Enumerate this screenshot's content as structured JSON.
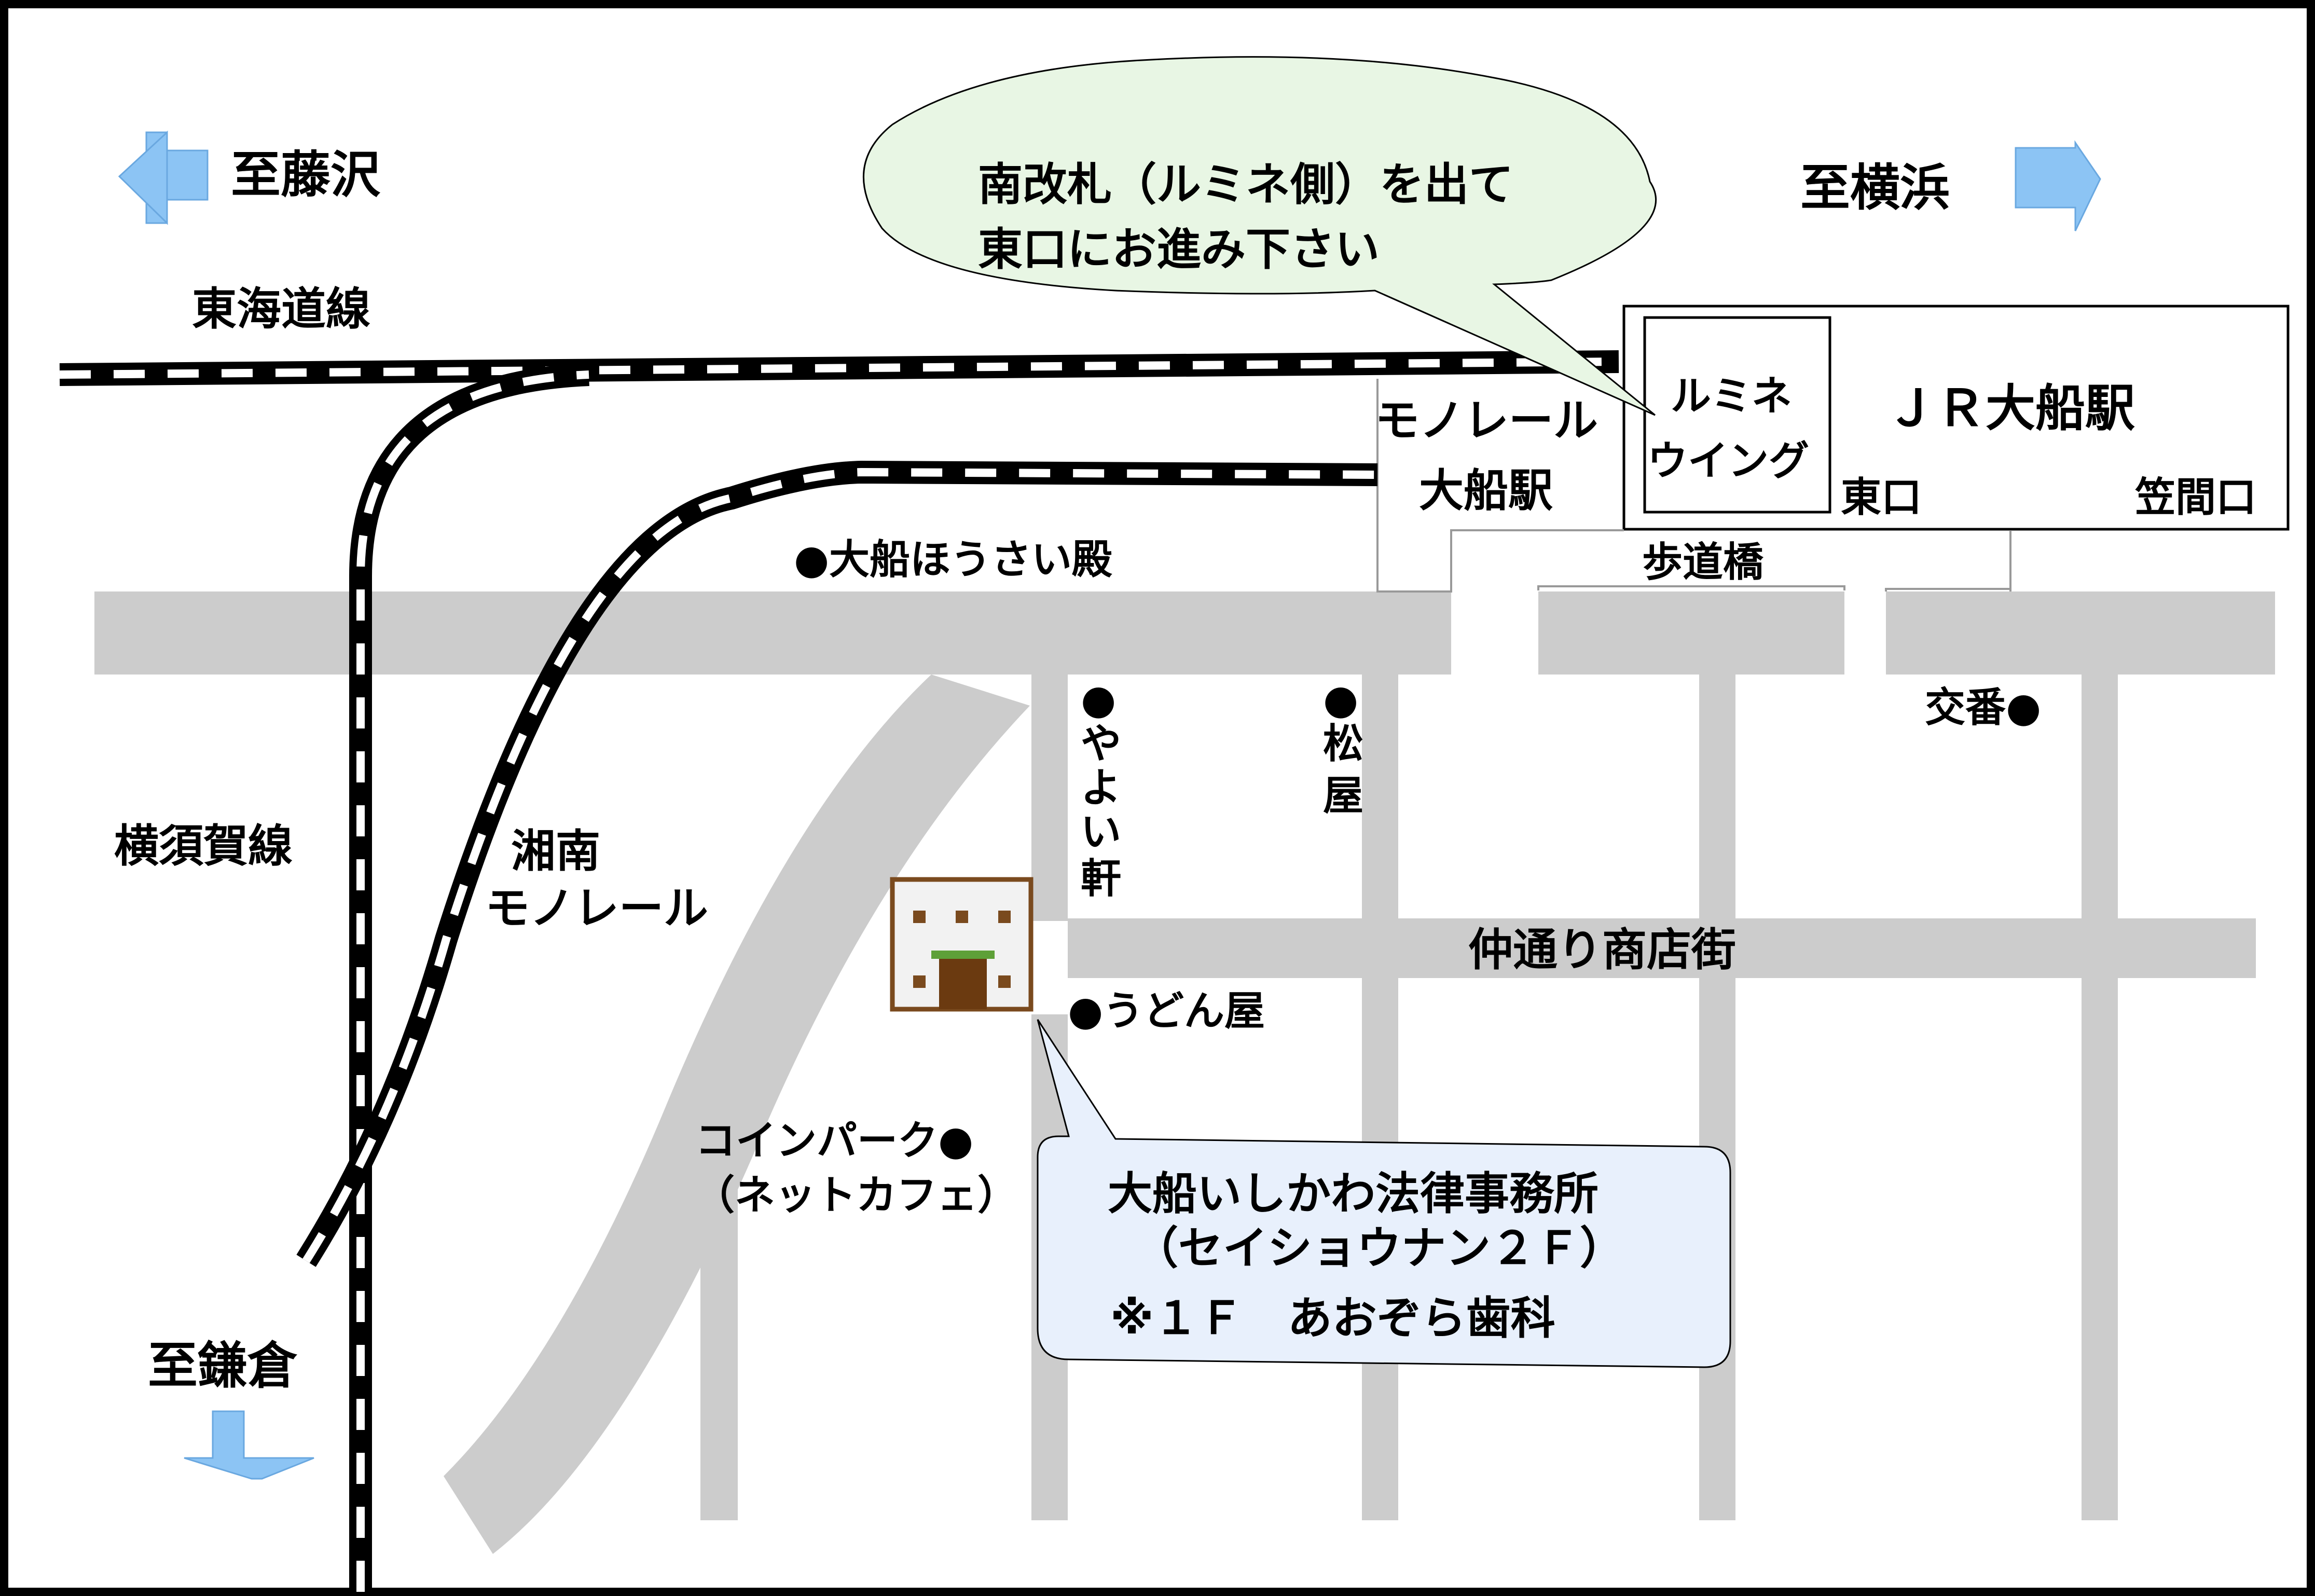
{
  "directions": {
    "fujisawa": "至藤沢",
    "yokohama": "至横浜",
    "kamakura": "至鎌倉"
  },
  "lines": {
    "tokaido": "東海道線",
    "yokosuka": "横須賀線",
    "shonan_monorail_1": "湘南",
    "shonan_monorail_2": "モノレール"
  },
  "callout_top": {
    "line1": "南改札（ルミネ側）を出て",
    "line2": "東口にお進み下さい"
  },
  "station": {
    "jr_name": "ＪＲ大船駅",
    "lumine_1": "ルミネ",
    "lumine_2": "ウイング",
    "east_exit": "東口",
    "kasama_exit": "笠間口",
    "monorail_1": "モノレール",
    "monorail_2": "大船駅",
    "footbridge": "歩道橋"
  },
  "landmarks": {
    "housaiden": "●大船ほうさい殿",
    "yayoiken_dot": "●",
    "yayoiken_1": "や",
    "yayoiken_2": "よ",
    "yayoiken_3": "い",
    "yayoiken_4": "軒",
    "matsuya_dot": "●",
    "matsuya_1": "松",
    "matsuya_2": "屋",
    "koban": "交番●",
    "nakadori": "仲通り商店街",
    "udonya": "●うどん屋",
    "coinpark_1": "コインパーク●",
    "coinpark_2": "（ネットカフェ）"
  },
  "office": {
    "name": "大船いしかわ法律事務所",
    "building": "（セイショウナン２Ｆ）",
    "note": "※１Ｆ　あおぞら歯科"
  },
  "colors": {
    "road": "#cccccc",
    "arrow": "#8cc4f4",
    "callout_top_fill": "#e8f6e4",
    "callout_office_fill": "#e8f0fc",
    "building_border": "#7a4a1e",
    "building_door": "#6b3a10",
    "building_roof": "#5ea038"
  }
}
